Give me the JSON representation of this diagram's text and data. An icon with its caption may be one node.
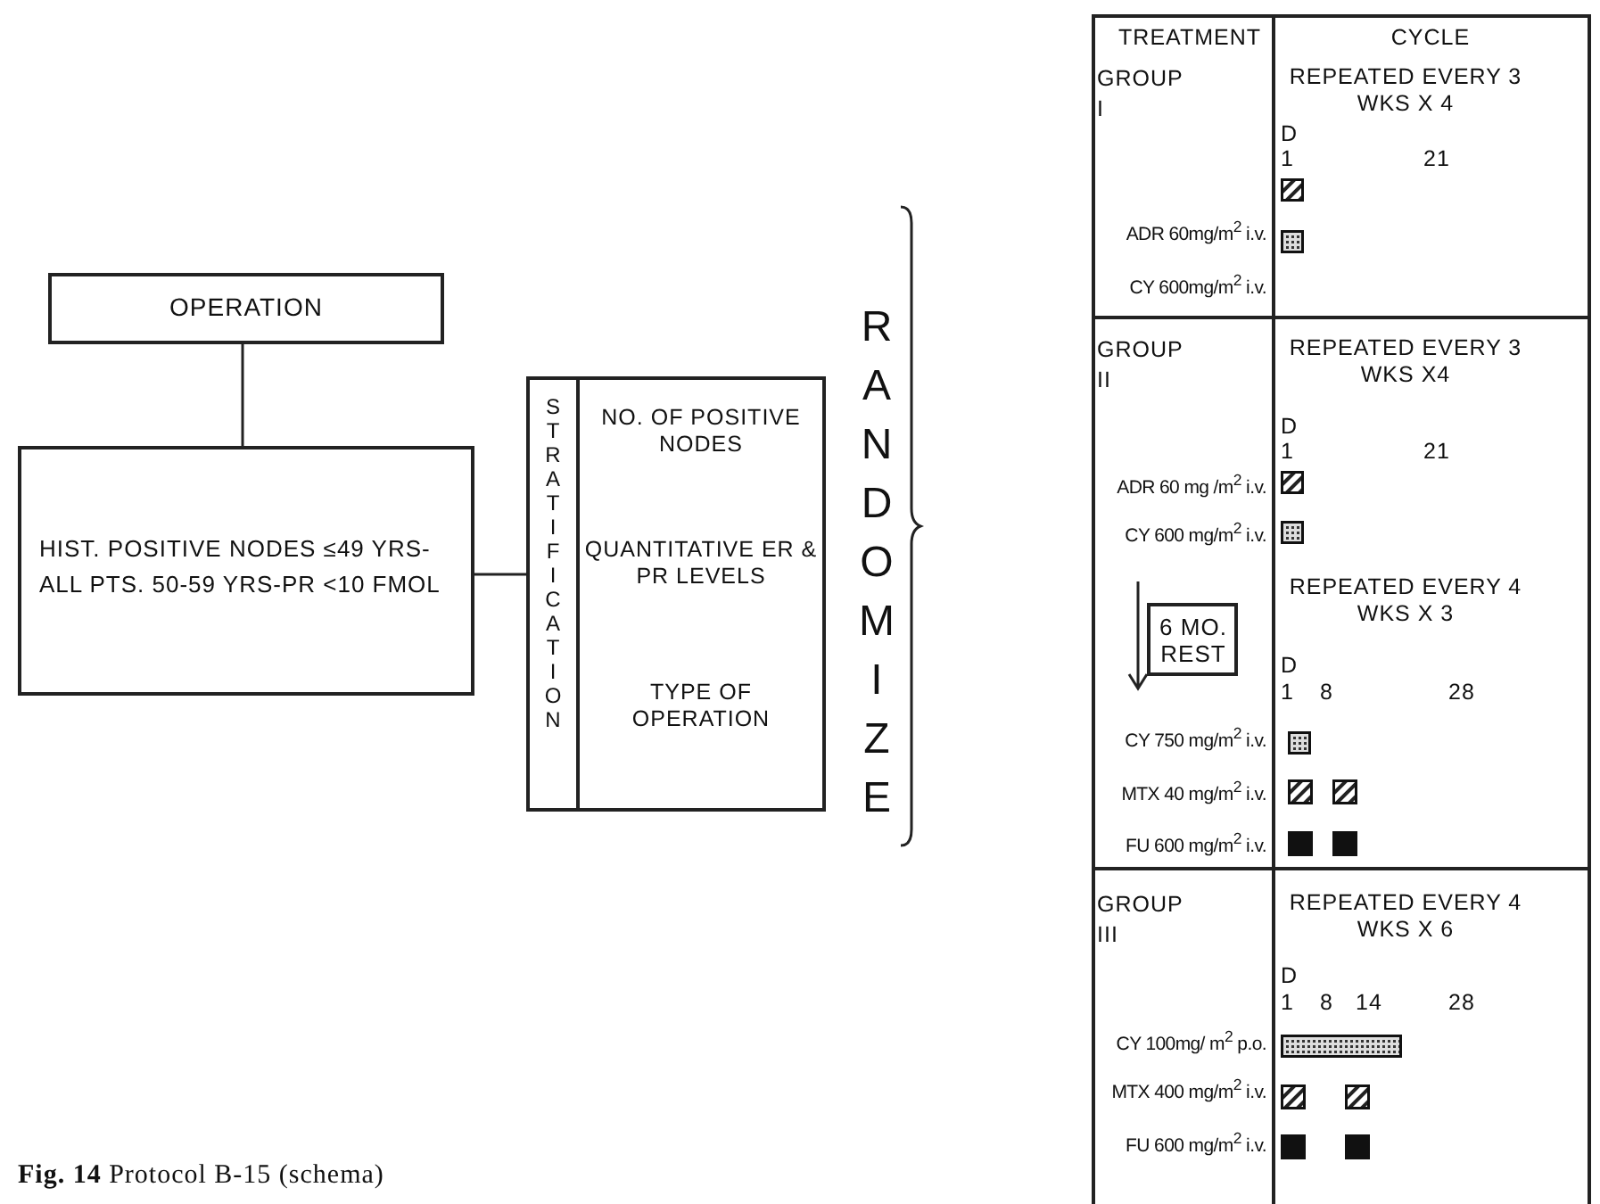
{
  "diagram": {
    "caption": "**Fig. 14** Protocol B-15 (schema)",
    "nodes": [
      {
        "text": [
          "OPERATION"
        ]
      },
      {
        "text": [
          "HIST. POSITIVE NODES ≤49 YRS-ALL PTS. 50-59 YRS-PR <10 FMOL"
        ]
      },
      {
        "text": [
          "STRATIFICATION",
          "NO. OF POSITIVE NODES",
          "QUANTITATIVE ER & PR LEVELS",
          "TYPE OF OPERATION"
        ]
      },
      {
        "text": [
          "6 MO. REST"
        ]
      }
    ],
    "edges": [
      {
        "from": 0,
        "to": 1,
        "arrow": "none"
      },
      {
        "from": 1,
        "to": 2,
        "arrow": "none"
      }
    ],
    "labels": [
      "RANDOMIZE",
      "TREATMENT",
      "CYCLE",
      "GROUP I",
      "REPEATED EVERY 3 WKS X 4",
      "D",
      "1",
      "21",
      "ADR 60mg/m$^{2}$ i.v.",
      "CY 600mg/m$^{2}$ i.v.",
      "GROUP II",
      "REPEATED EVERY 3 WKS X4",
      "D",
      "1",
      "21",
      "ADR 60 mg /m$^{2}$ i.v.",
      "CY 600 mg/m$^{2}$ i.v.",
      "REPEATED EVERY 4 WKS X 3",
      "D",
      "1",
      "8",
      "28",
      "CY 750 mg/m$^{2}$ i.v.",
      "MTX 40 mg/m$^{2}$ i.v.",
      "FU 600 mg/m$^{2}$ i.v.",
      "GROUP III",
      "REPEATED EVERY 4 WKS X 6",
      "D",
      "1",
      "8",
      "14",
      "28",
      "CY 100mg/ m$^{2}$ p.o.",
      "MTX 400 mg/m$^{2}$ i.v.",
      "FU 600 mg/m$^{2}$ i.v."
    ]
  }
}
